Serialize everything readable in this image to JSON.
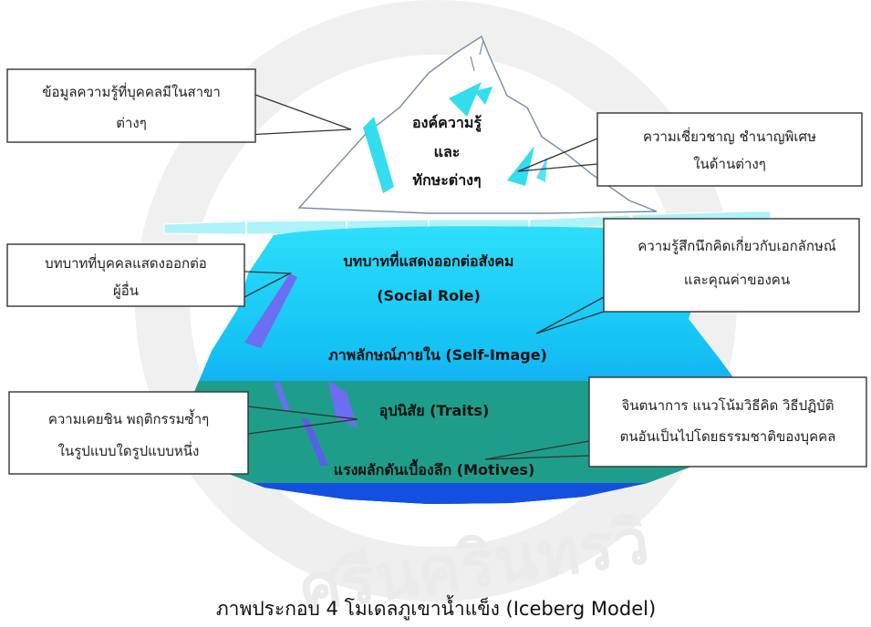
{
  "layers": {
    "tip": {
      "title_line1": "องค์ความรู้",
      "title_line2": "และ",
      "title_line3": "ทักษะต่างๆ"
    },
    "social_role": {
      "title": "บทบาทที่แสดงออกต่อสังคม",
      "subtitle": "(Social Role)"
    },
    "self_image": {
      "title": "ภาพลักษณ์ภายใน (Self-Image)"
    },
    "traits": {
      "title": "อุปนิสัย (Traits)"
    },
    "motives": {
      "title": "แรงผลักดันเบื้องลึก (Motives)"
    }
  },
  "callouts": {
    "knowledge": {
      "line1": "ข้อมูลความรู้ที่บุคคลมีในสาขา",
      "line2": "ต่างๆ"
    },
    "expertise": {
      "line1": "ความเชี่ยวชาญ ชำนาญพิเศษ",
      "line2": "ในด้านต่างๆ"
    },
    "role": {
      "line1": "บทบาทที่บุคคลแสดงออกต่อ",
      "line2": "ผู้อื่น"
    },
    "self": {
      "line1": "ความรู้สึกนึกคิดเกี่ยวกับเอกลักษณ์",
      "line2": "และคุณค่าของคน"
    },
    "habits": {
      "line1": "ความเคยชิน พฤติกรรมซ้ำๆ",
      "line2": "ในรูปแบบใดรูปแบบหนึ่ง"
    },
    "motives": {
      "line1": "จินตนาการ แนวโน้มวิธีคิด วิธีปฏิบัติ",
      "line2": "ตนอันเป็นไปโดยธรรมชาติของบุคคล"
    }
  },
  "caption": "ภาพประกอบ 4 โมเดลภูเขาน้ำแข็ง (Iceberg Model)",
  "colors": {
    "sky_ice": "#ffffff",
    "shard": "#33ddee",
    "waterline": "#aef2fb",
    "upper_water": "#22d8f8",
    "mid_water": "#1a88f0",
    "deep_green": "#1e9e8a",
    "base_blue": "#1450e0",
    "violet_shard": "#6b6ef0",
    "watermark": "#cfcfcf"
  }
}
